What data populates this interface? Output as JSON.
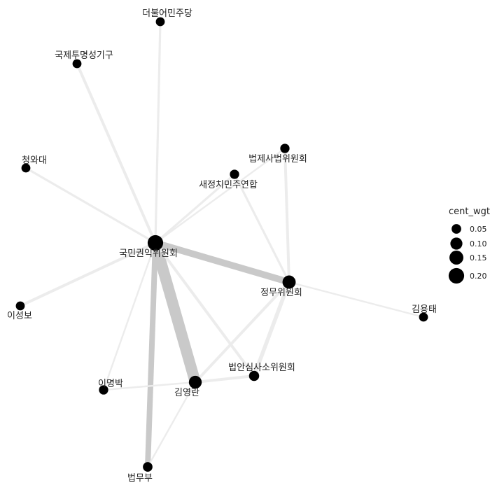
{
  "nodes": [
    {
      "id": "minjoo",
      "label": "더불어민주당",
      "size": 0.04
    },
    {
      "id": "ti",
      "label": "국제투명성기구",
      "size": 0.04
    },
    {
      "id": "cheong",
      "label": "청와대",
      "size": 0.04
    },
    {
      "id": "beopsa",
      "label": "법제사법위원회",
      "size": 0.045
    },
    {
      "id": "saejeong",
      "label": "새정치민주연합",
      "size": 0.045
    },
    {
      "id": "kukmin",
      "label": "국민권익위원회",
      "size": 0.2
    },
    {
      "id": "jeongmu",
      "label": "정무위원회",
      "size": 0.13
    },
    {
      "id": "iseongbo",
      "label": "이성보",
      "size": 0.04
    },
    {
      "id": "kimyongtae",
      "label": "김용태",
      "size": 0.04
    },
    {
      "id": "beopan",
      "label": "법안심사소위원회",
      "size": 0.06
    },
    {
      "id": "imyeongbak",
      "label": "이명박",
      "size": 0.045
    },
    {
      "id": "kimyeongran",
      "label": "김영란",
      "size": 0.12
    },
    {
      "id": "beopmubu",
      "label": "법무부",
      "size": 0.05
    }
  ],
  "edges": [
    {
      "source": "kukmin",
      "target": "kimyeongran",
      "weight": 10
    },
    {
      "source": "kukmin",
      "target": "jeongmu",
      "weight": 6
    },
    {
      "source": "kukmin",
      "target": "beopmubu",
      "weight": 5
    },
    {
      "source": "kukmin",
      "target": "minjoo",
      "weight": 2
    },
    {
      "source": "kukmin",
      "target": "ti",
      "weight": 2.5
    },
    {
      "source": "kukmin",
      "target": "cheong",
      "weight": 2
    },
    {
      "source": "kukmin",
      "target": "iseongbo",
      "weight": 2.5
    },
    {
      "source": "kukmin",
      "target": "saejeong",
      "weight": 2
    },
    {
      "source": "kukmin",
      "target": "beopsa",
      "weight": 1.5
    },
    {
      "source": "kukmin",
      "target": "beopan",
      "weight": 2.5
    },
    {
      "source": "kukmin",
      "target": "imyeongbak",
      "weight": 1.5
    },
    {
      "source": "jeongmu",
      "target": "beopsa",
      "weight": 2.5
    },
    {
      "source": "jeongmu",
      "target": "saejeong",
      "weight": 2
    },
    {
      "source": "jeongmu",
      "target": "beopan",
      "weight": 3.5
    },
    {
      "source": "jeongmu",
      "target": "kimyeongran",
      "weight": 2.5
    },
    {
      "source": "jeongmu",
      "target": "kimyongtae",
      "weight": 1.5
    },
    {
      "source": "kimyeongran",
      "target": "beopan",
      "weight": 2.5
    },
    {
      "source": "kimyeongran",
      "target": "imyeongbak",
      "weight": 1.5
    },
    {
      "source": "kimyeongran",
      "target": "beopmubu",
      "weight": 1.5
    }
  ],
  "legend": {
    "title": "cent_wgt",
    "items": [
      {
        "label": "0.05",
        "value": 0.05
      },
      {
        "label": "0.10",
        "value": 0.1
      },
      {
        "label": "0.15",
        "value": 0.15
      },
      {
        "label": "0.20",
        "value": 0.2
      }
    ]
  },
  "colors": {
    "node": "#000000",
    "edge_strong": "#c9c9c9",
    "edge_weak": "#ececec",
    "label": "#222222"
  }
}
